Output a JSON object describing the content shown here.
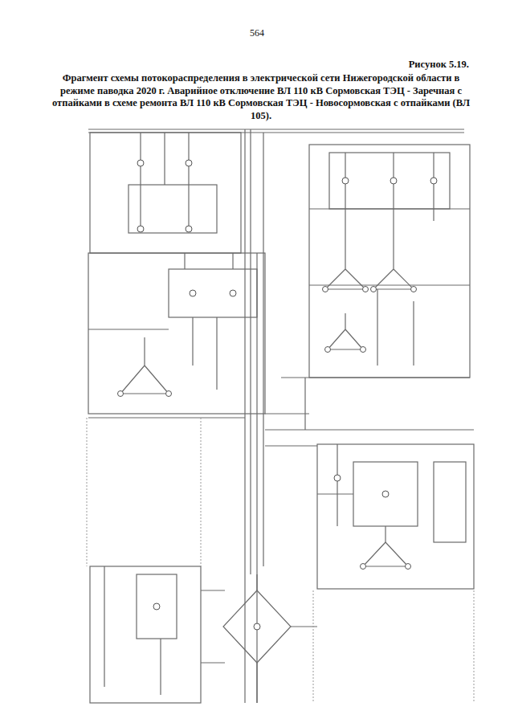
{
  "diagram": {
    "title": "Фрагмент схемы потокораспределения в электрической сети Нижегородской области в режиме паводка 2020 г. Аварийное отключение ВЛ 110 кВ Сормовская ТЭЦ - Заречная с отпайками в схеме ремонта ВЛ 110 кВ Сормовская ТЭЦ - Новосормовская с отпайками (ВЛ 105).",
    "labels": [
      "564",
      "Рисунок 5.19."
    ]
  }
}
